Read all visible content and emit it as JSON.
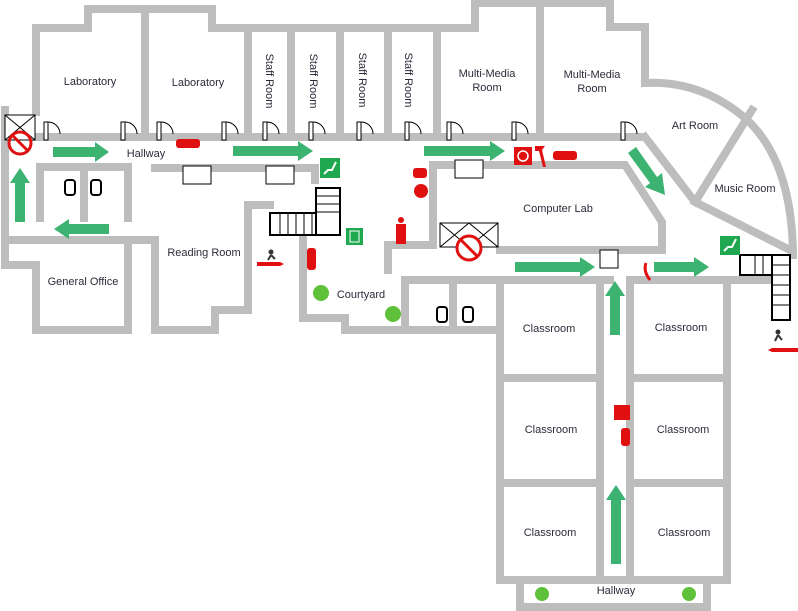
{
  "title": "School Floor Plan - Fire Evacuation",
  "rooms": {
    "lab1": "Laboratory",
    "lab2": "Laboratory",
    "staff1": "Staff Room",
    "staff2": "Staff Room",
    "staff3": "Staff Room",
    "staff4": "Staff Room",
    "mm1_a": "Multi-Media",
    "mm1_b": "Room",
    "mm2_a": "Multi-Media",
    "mm2_b": "Room",
    "art": "Art Room",
    "music": "Music Room",
    "hallway_top": "Hallway",
    "reading": "Reading Room",
    "general_office": "General Office",
    "courtyard": "Courtyard",
    "computer_lab": "Computer Lab",
    "class1": "Classroom",
    "class2": "Classroom",
    "class3": "Classroom",
    "class4": "Classroom",
    "class5": "Classroom",
    "class6": "Classroom",
    "hallway_bottom": "Hallway"
  },
  "colors": {
    "wall": "#bdbdbd",
    "arrow": "#3cb371",
    "fire": "#e01010",
    "exit_sign": "#1fa84f"
  }
}
